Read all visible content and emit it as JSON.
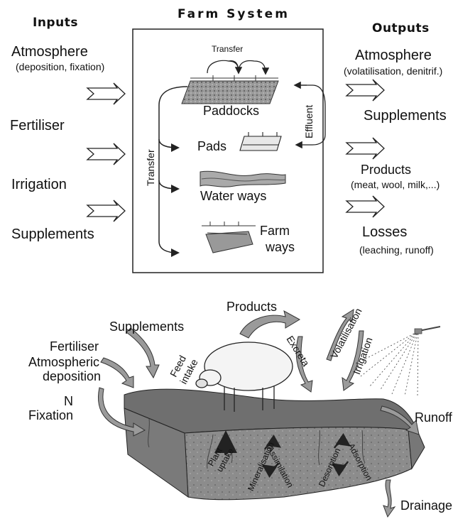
{
  "top": {
    "inputs_title": "Inputs",
    "system_title": "Farm System",
    "outputs_title": "Outputs",
    "inputs": {
      "atmosphere": "Atmosphere",
      "atmosphere_sub": "(deposition, fixation)",
      "fertiliser": "Fertiliser",
      "irrigation": "Irrigation",
      "supplements": "Supplements"
    },
    "system": {
      "transfer_top": "Transfer",
      "paddocks": "Paddocks",
      "pads": "Pads",
      "water_ways": "Water ways",
      "farm": "Farm",
      "ways": "ways",
      "transfer_side": "Transfer",
      "effluent": "Effluent"
    },
    "outputs": {
      "atmosphere": "Atmosphere",
      "atmosphere_sub": "(volatilisation, denitrif.)",
      "supplements": "Supplements",
      "products": "Products",
      "products_sub": "(meat, wool, milk,...)",
      "losses": "Losses",
      "losses_sub": "(leaching, runoff)"
    }
  },
  "bottom": {
    "products": "Products",
    "supplements": "Supplements",
    "fertiliser": "Fertiliser",
    "atmospheric": "Atmospheric",
    "deposition": "deposition",
    "n": "N",
    "fixation": "Fixation",
    "feed": "Feed",
    "intake": "intake",
    "excreta": "Excreta",
    "volatilisation": "Volatilisation",
    "irrigation": "Irrigation",
    "runoff": "Runoff",
    "plant": "Plant",
    "uptake": "uptake",
    "mineralisation": "Mineralisation",
    "assimilation": "Assimilation",
    "desorption": "Desorption",
    "adsorption": "Adsorption",
    "drainage": "Drainage"
  }
}
